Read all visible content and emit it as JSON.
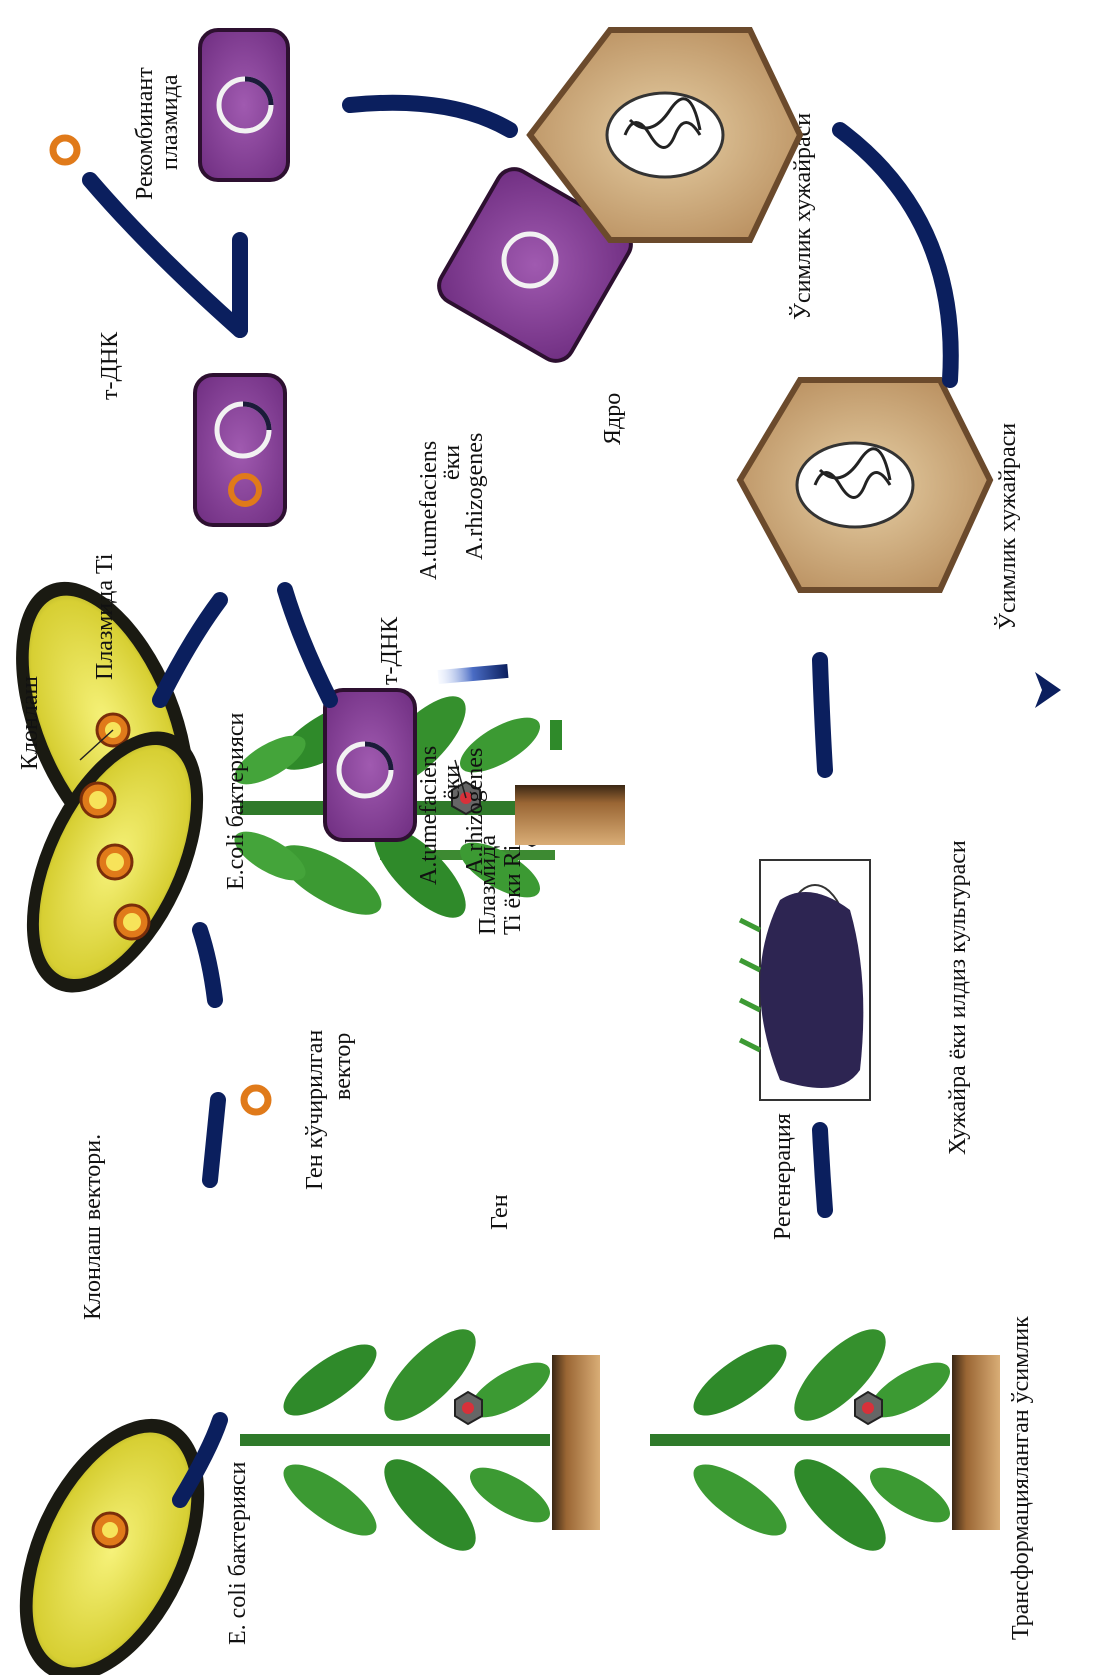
{
  "labels": {
    "ecoli_bacteria_1": "E. coli бактерияси",
    "cloning_vector": "Клонлаш вектори.",
    "gene_transfer_vector_l1": "Ген кўчирилган",
    "gene_transfer_vector_l2": "вектор",
    "ecoli_bacteria_2": "E.coli бактерияси",
    "cloning": "Клонлаш",
    "plasmid_ti_ri_l1": "Плазмида",
    "plasmid_ti_ri_l2": "Ti ёки Ri",
    "t_dna_1": "т-ДНК",
    "agro_1_l1": "A.tumefaciens",
    "agro_1_l2": "ёки",
    "agro_1_l3": "A.rhizogenes",
    "plasmid_ti": "Плазмида Ti",
    "t_dna_2": "т-ДНК",
    "agro_2_l1": "A.tumefaciens",
    "agro_2_l2": "ёки",
    "agro_2_l3": "A.rhizogenes",
    "recombinant_l1": "Рекомбинант",
    "recombinant_l2": "плазмида",
    "nucleus": "Ядро",
    "plant_cell_1": "Ўсимлик хужайраси",
    "plant_cell_2": "Ўсимлик хужайраси",
    "gene": "Ген",
    "regeneration": "Регенерация",
    "cell_root_culture": "Хужайра ёки илдиз культураси",
    "transformed_plant": "Трансформацияланган ўсимлик"
  },
  "colors": {
    "arrow": "#0b1f5e",
    "arrow_light": "#8aa6e0",
    "bacteria_yellow": "#e8e24a",
    "bacteria_border": "#1a1a12",
    "agro_purple": "#8a3f98",
    "plant_cell_fill": "#d9b98e",
    "plant_cell_wall": "#6b4a2c",
    "leaf_green": "#2f8a2a",
    "soil": "#b07a42",
    "plasmid_orange": "#e07a1a",
    "callus": "#2d2552"
  },
  "icons": [
    "bacterium-icon",
    "plasmid-icon",
    "plant-cell-icon",
    "plant-icon",
    "petri-dish-icon",
    "arrow-icon"
  ]
}
